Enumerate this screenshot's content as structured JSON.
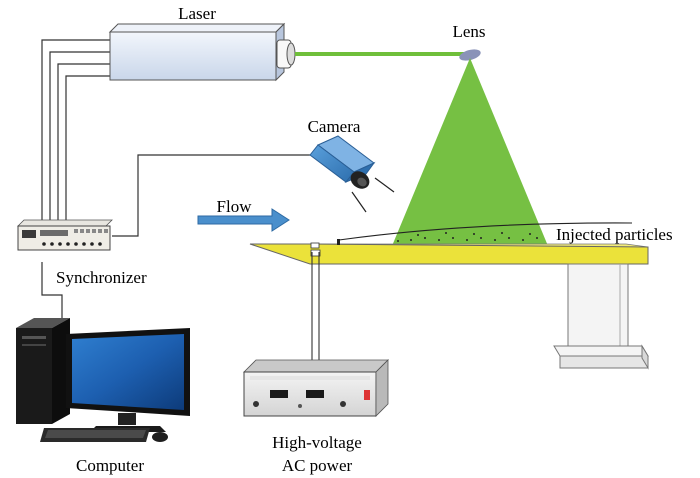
{
  "labels": {
    "laser": "Laser",
    "lens": "Lens",
    "camera": "Camera",
    "flow": "Flow",
    "synchronizer": "Synchronizer",
    "injected_particles": "Injected particles",
    "computer": "Computer",
    "power_line1": "High-voltage",
    "power_line2": "AC power"
  },
  "colors": {
    "laser_beam": "#6fbf3a",
    "light_sheet": "#76c043",
    "plate": "#ebe23a",
    "flow_arrow": "#4a8fcc",
    "camera_body": "#3f86c6",
    "lens": "#8a93b8",
    "laser_body": "#dfe7f4"
  },
  "icons": {
    "laser": "laser-head-icon",
    "lens": "lens-icon",
    "camera": "camera-icon",
    "flow": "flow-arrow-icon",
    "synchronizer": "synchronizer-device-icon",
    "computer": "desktop-computer-icon",
    "power_supply": "power-supply-icon"
  }
}
